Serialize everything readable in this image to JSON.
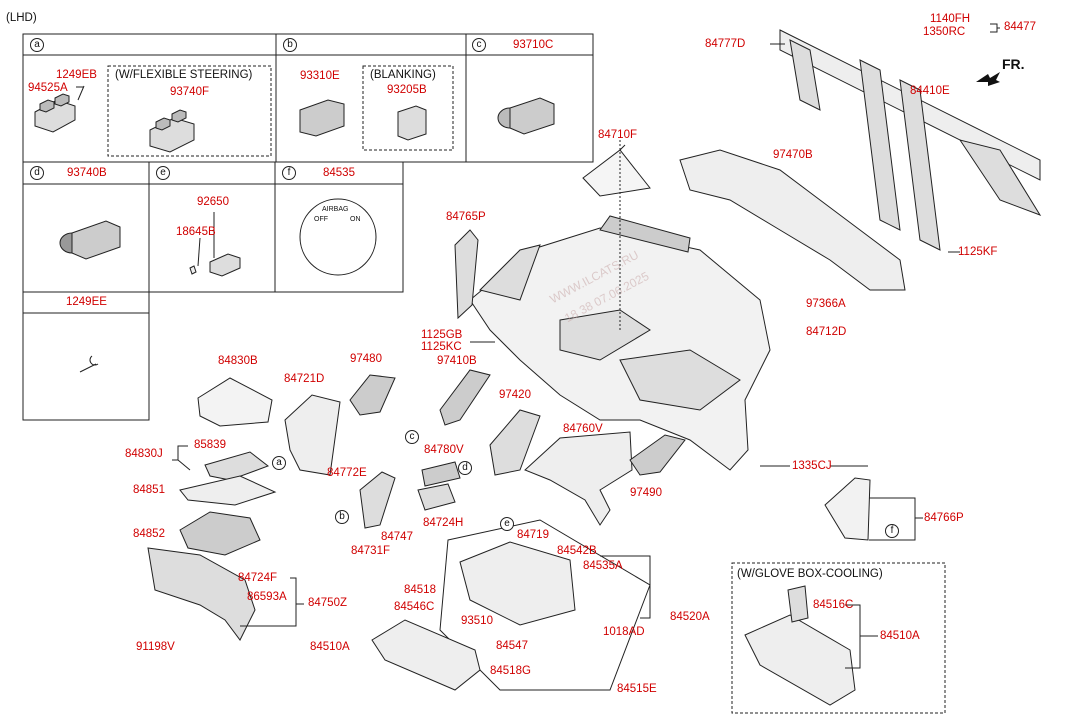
{
  "header": {
    "lhd": "(LHD)"
  },
  "direction": "FR.",
  "watermark": {
    "line1": "WWW.ILCATS.RU",
    "line2": "18 38 07.06.2025"
  },
  "boxes": {
    "a": {
      "circle": "a",
      "note": "(W/FLEXIBLE STEERING)",
      "parts": [
        "1249EB",
        "94525A",
        "93740F"
      ]
    },
    "b": {
      "circle": "b",
      "note": "(BLANKING)",
      "parts": [
        "93310E",
        "93205B"
      ]
    },
    "c": {
      "circle": "c",
      "parts": [
        "93710C"
      ]
    },
    "d": {
      "circle": "d",
      "parts": [
        "93740B"
      ]
    },
    "e": {
      "circle": "e",
      "parts": [
        "92650",
        "18645B"
      ]
    },
    "f": {
      "circle": "f",
      "parts": [
        "84535"
      ],
      "airbag_text": "AIRBAG",
      "off_on": [
        "OFF",
        "ON"
      ]
    },
    "g": {
      "parts": [
        "1249EE"
      ]
    }
  },
  "glovebox_cooling": {
    "title": "(W/GLOVE BOX-COOLING)",
    "parts": [
      "84516C",
      "84510A"
    ]
  },
  "callout_letters": [
    "a",
    "b",
    "c",
    "d",
    "e",
    "f"
  ],
  "parts": {
    "p84777D": "84777D",
    "p1140FH": "1140FH",
    "p1350RC": "1350RC",
    "p84477": "84477",
    "p84410E": "84410E",
    "p84710F": "84710F",
    "p97470B": "97470B",
    "p1125KF": "1125KF",
    "p84765P": "84765P",
    "p97366A": "97366A",
    "p84712D": "84712D",
    "p1125GB": "1125GB",
    "p1125KC": "1125KC",
    "p84830B": "84830B",
    "p84721D": "84721D",
    "p97480": "97480",
    "p97410B": "97410B",
    "p97420": "97420",
    "p84830J": "84830J",
    "p85839": "85839",
    "p84780V": "84780V",
    "p84760V": "84760V",
    "p84772E": "84772E",
    "p84851": "84851",
    "p97490": "97490",
    "p1335CJ": "1335CJ",
    "p84724H": "84724H",
    "p84747": "84747",
    "p84766P": "84766P",
    "p84852": "84852",
    "p84731F": "84731F",
    "p84719": "84719",
    "p84542B": "84542B",
    "p84724F": "84724F",
    "p84535A": "84535A",
    "p84518": "84518",
    "p86593A": "86593A",
    "p84750Z": "84750Z",
    "p84546C": "84546C",
    "p93510": "93510",
    "p84520A": "84520A",
    "p1018AD": "1018AD",
    "p84547": "84547",
    "p91198V": "91198V",
    "p84510A": "84510A",
    "p84518G": "84518G",
    "p84515E": "84515E"
  }
}
